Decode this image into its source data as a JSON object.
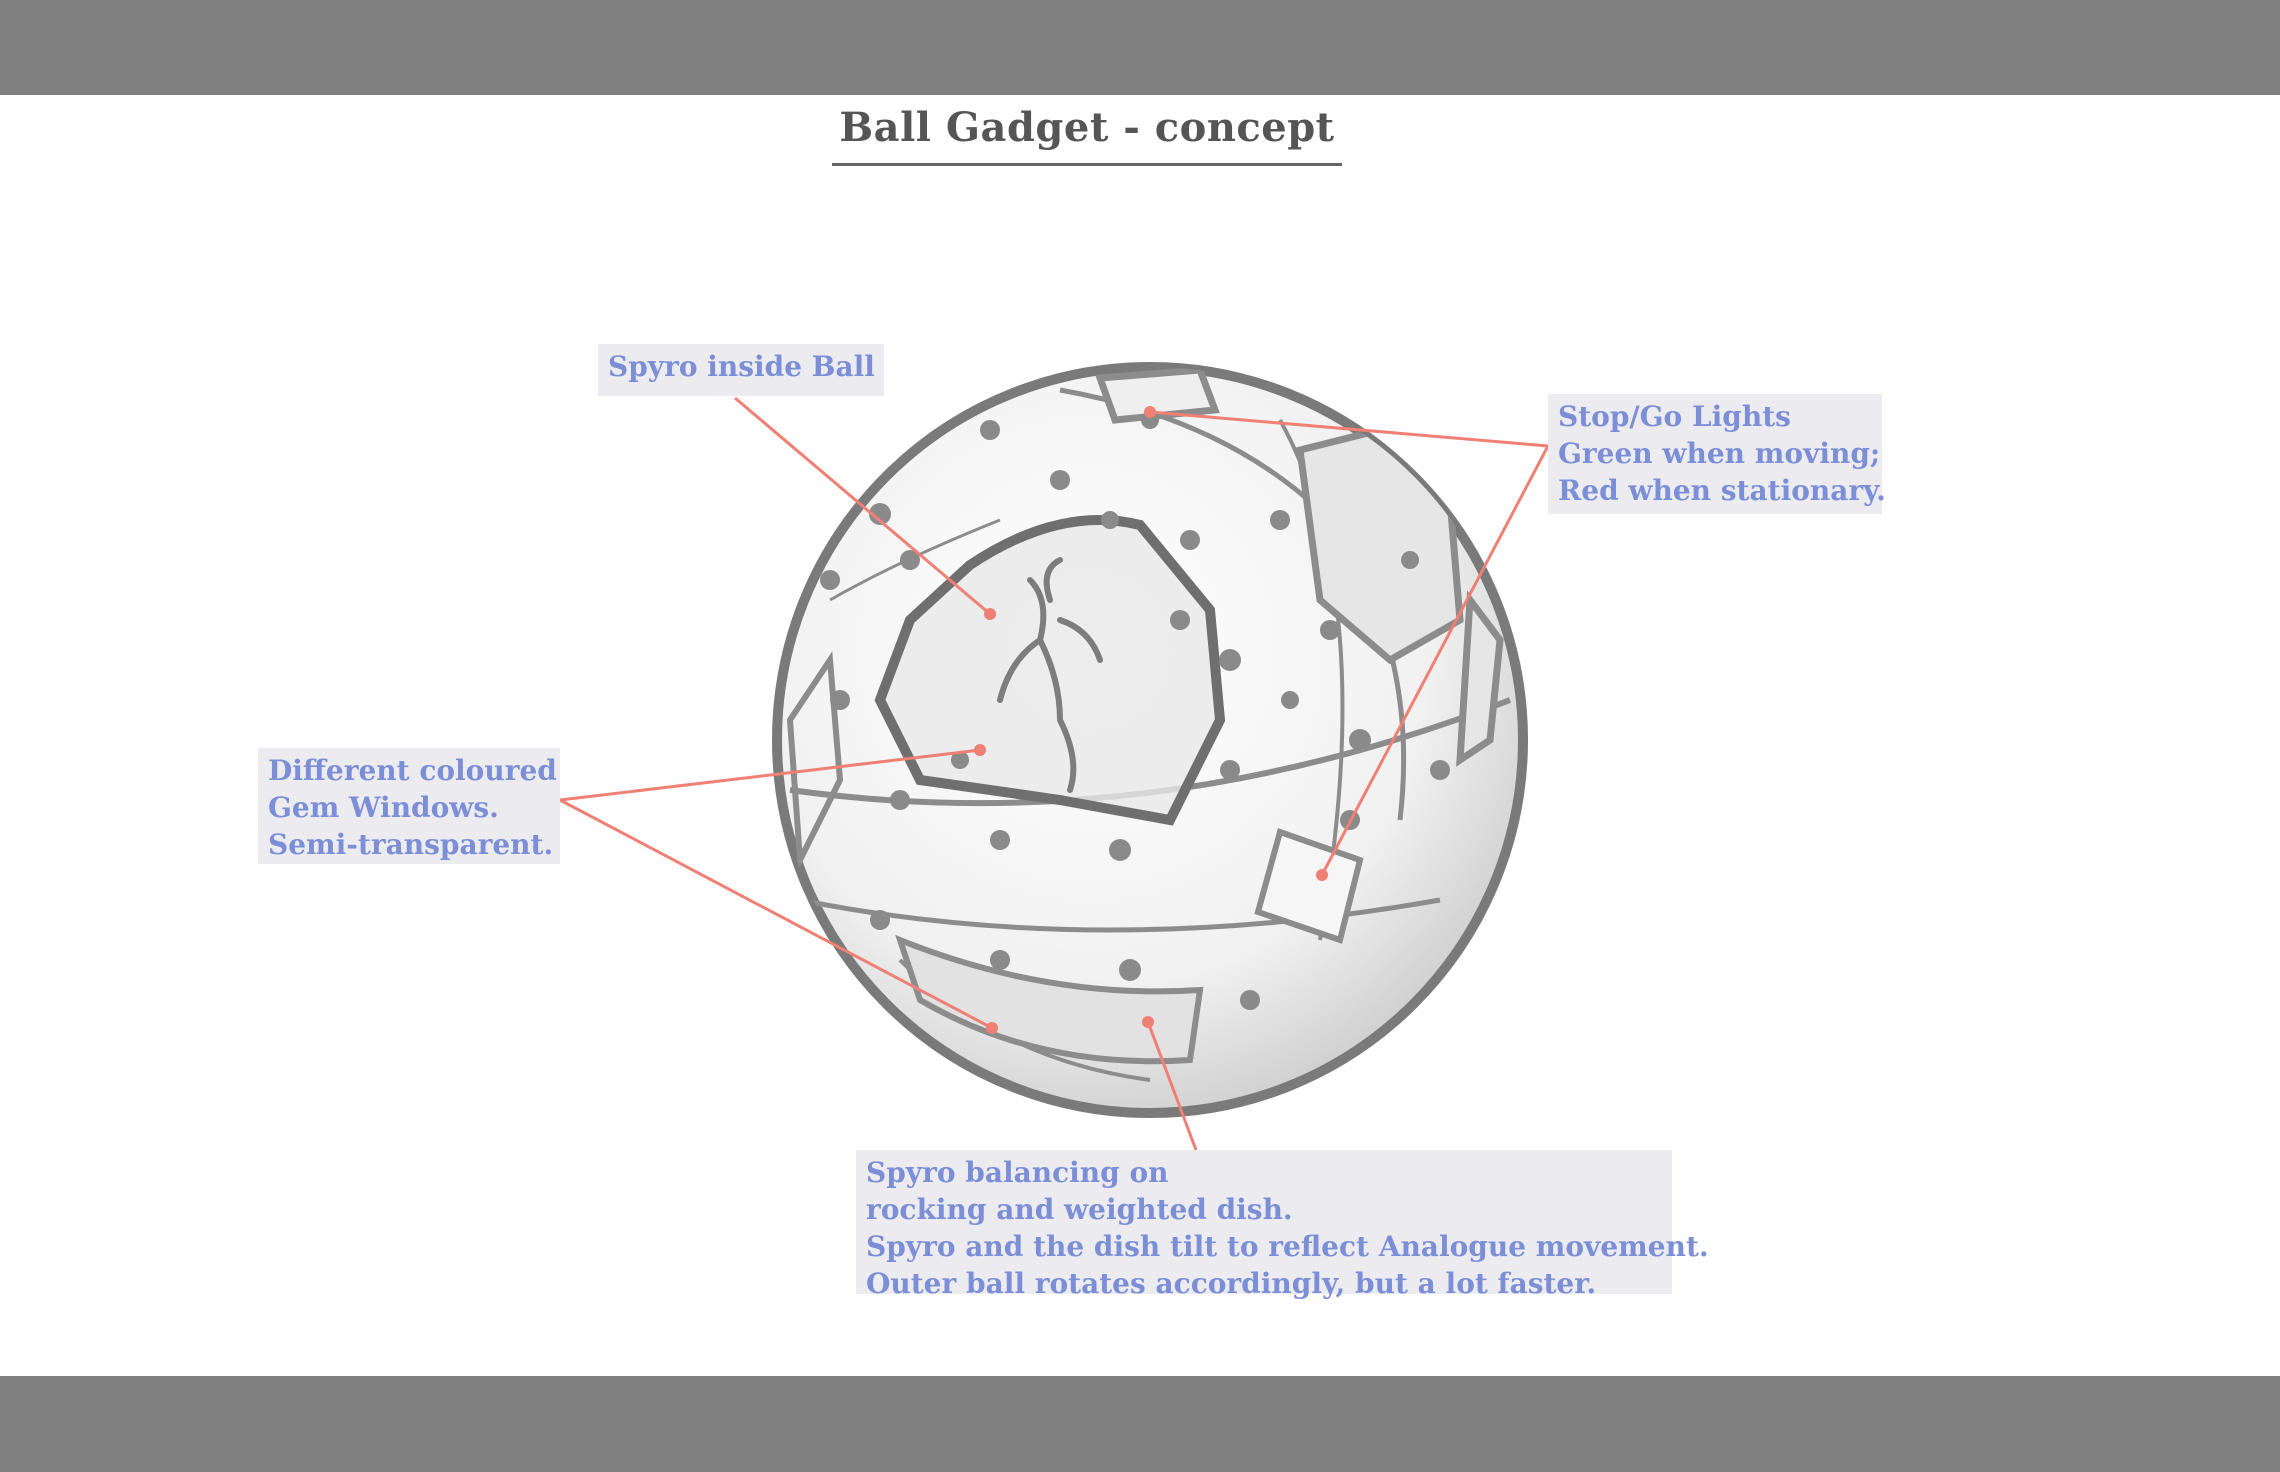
{
  "title": "Ball Gadget - concept",
  "colors": {
    "callout_text": "#7b8ed6",
    "leader_line": "#f07f74",
    "frame_bar": "#808080",
    "ball_outline": "#7a7a7a"
  },
  "callouts": {
    "spyro_inside": {
      "lines": [
        "Spyro inside Ball"
      ]
    },
    "stop_go": {
      "lines": [
        "Stop/Go Lights",
        "Green when moving;",
        "Red when stationary."
      ]
    },
    "gem_windows": {
      "lines": [
        "Different coloured",
        "Gem Windows.",
        "Semi-transparent."
      ]
    },
    "dish": {
      "lines": [
        "Spyro balancing on",
        "rocking and weighted dish.",
        "Spyro and the dish tilt to reflect Analogue movement.",
        "Outer ball rotates accordingly, but a lot faster."
      ]
    }
  }
}
